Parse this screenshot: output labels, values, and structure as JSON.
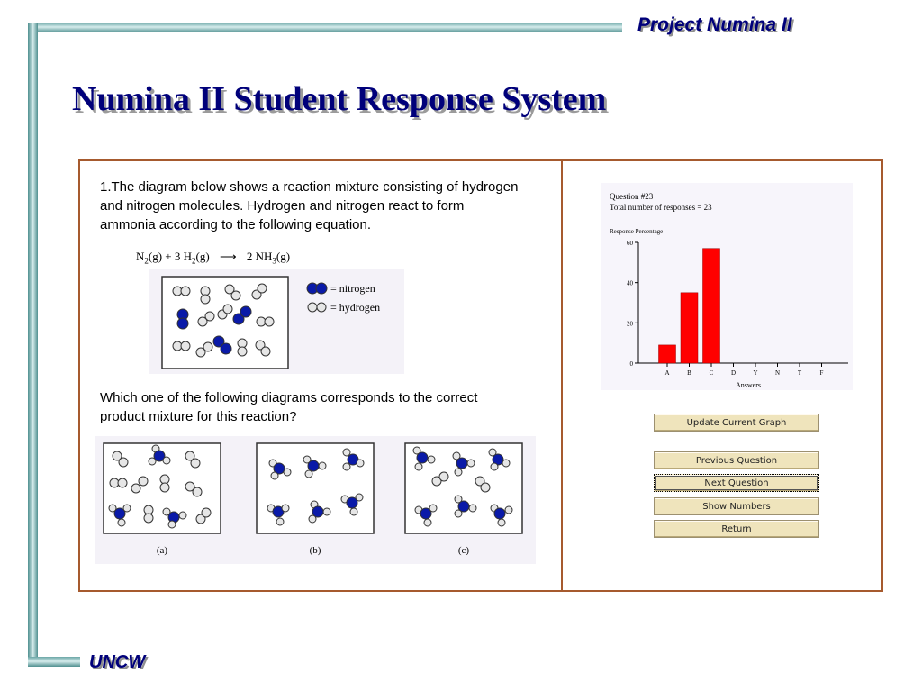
{
  "header": {
    "brand": "Project Numina II"
  },
  "footer": {
    "brand": "UNCW"
  },
  "slide": {
    "title": "Numina II Student Response System"
  },
  "question": {
    "prompt": "1.The diagram below shows a reaction mixture consisting of hydrogen and nitrogen molecules.  Hydrogen and nitrogen react to form ammonia according to the following equation.",
    "equation": {
      "n2": "N",
      "n2_sub": "2",
      "g1": "(g)  +  3 H",
      "h2_sub": "2",
      "g2": "(g)",
      "nh3_pre": "2 NH",
      "nh3_sub": "3",
      "g3": "(g)"
    },
    "legend": {
      "nitrogen": "= nitrogen",
      "hydrogen": "= hydrogen"
    },
    "followup": "Which one of the following diagrams corresponds to the correct product mixture for this reaction?",
    "choice_labels": [
      "(a)",
      "(b)",
      "(c)"
    ]
  },
  "response_panel": {
    "question_label": "Question #23",
    "total_label": "Total number of responses = 23",
    "buttons": {
      "update": "Update Current Graph",
      "previous": "Previous Question",
      "next": "Next Question",
      "show_numbers": "Show Numbers",
      "return": "Return"
    }
  },
  "colors": {
    "title": "#00007a",
    "frame": "#a65a2e",
    "bar": "#ff0000",
    "nitrogen": "#0a1aa8",
    "hydrogen": "#e6e6e6",
    "button": "#efe4bc"
  },
  "chart_data": {
    "type": "bar",
    "ylabel": "Response Percentage",
    "xlabel": "Answers",
    "categories": [
      "A",
      "B",
      "C",
      "D",
      "Y",
      "N",
      "T",
      "F"
    ],
    "values": [
      9,
      35,
      57,
      0,
      0,
      0,
      0,
      0
    ],
    "ylim": [
      0,
      60
    ],
    "yticks": [
      0,
      20,
      40,
      60
    ]
  }
}
